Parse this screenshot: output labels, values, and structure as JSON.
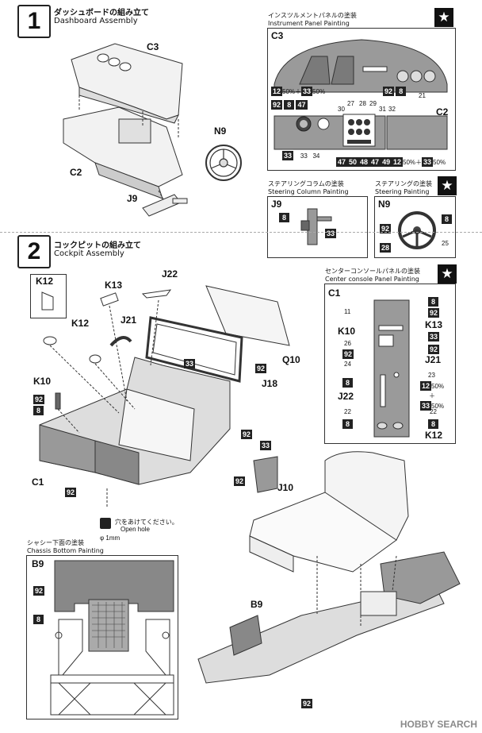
{
  "steps": [
    {
      "num": "1",
      "title_jp": "ダッシュボードの組み立て",
      "title_en": "Dashboard Assembly"
    },
    {
      "num": "2",
      "title_jp": "コックピットの組み立て",
      "title_en": "Cockpit Assembly"
    }
  ],
  "instrument_panel": {
    "title_jp": "インスツルメントパネルの塗装",
    "title_en": "Instrument Panel Painting",
    "part_top": "C3",
    "part_bottom": "C2",
    "mix_top": "50%＋",
    "mix_top_b": "50%",
    "mix_bottom": "50%＋",
    "mix_bottom_b": "50%",
    "numbers": [
      "92",
      "8",
      "21",
      "27",
      "28",
      "29",
      "30",
      "31",
      "32",
      "33",
      "33",
      "34",
      "47",
      "50",
      "48",
      "47",
      "49",
      "12",
      "33",
      "92",
      "8",
      "47"
    ]
  },
  "steering_column": {
    "title_jp": "ステアリングコラムの塗装",
    "title_en": "Steering Column Painting",
    "part": "J9",
    "c1": "8",
    "c2": "33"
  },
  "steering_ring": {
    "title_jp": "ステアリングの塗装",
    "title_en": "Steering Painting",
    "part": "N9",
    "c1": "8",
    "c2": "92",
    "c3": "28",
    "c4": "25"
  },
  "center_console": {
    "title_jp": "センターコンソールパネルの塗装",
    "title_en": "Center console Panel Painting",
    "part": "C1",
    "labels": {
      "k10": "K10",
      "k13": "K13",
      "j21": "J21",
      "j22": "J22",
      "k12": "K12"
    },
    "nums": {
      "n11": "11",
      "n26": "26",
      "n24": "24",
      "n23": "23",
      "n22a": "22",
      "n22b": "22"
    },
    "mix_a": "50%",
    "mix_plus": "＋",
    "mix_b": "50%",
    "colors": {
      "c8a": "8",
      "c92a": "92",
      "c33a": "33",
      "c92b": "92",
      "c92c": "92",
      "c8b": "8",
      "c12": "12",
      "c33b": "33",
      "c8c": "8",
      "c8d": "8"
    }
  },
  "dashboard_parts": {
    "c3": "C3",
    "n9": "N9",
    "c2": "C2",
    "j9": "J9"
  },
  "cockpit_parts": {
    "k12_box": "K12",
    "k13": "K13",
    "j22": "J22",
    "k12": "K12",
    "j21": "J21",
    "q10": "Q10",
    "j18": "J18",
    "k10": "K10",
    "c1": "C1",
    "j10": "J10",
    "b9": "B9",
    "b9_main": "B9",
    "c33a": "33",
    "c92a": "92",
    "c92b": "92",
    "c92c": "92",
    "c8a": "8",
    "c33b": "33",
    "c92d": "92",
    "c92e": "92"
  },
  "open_hole": {
    "jp": "穴をあけてください。",
    "en": "Open hole",
    "size": "φ 1mm"
  },
  "chassis_bottom": {
    "title_jp": "シャシー下面の塗装",
    "title_en": "Chassis Bottom Painting",
    "part": "B9",
    "c92": "92",
    "c8": "8",
    "c92b": "92"
  },
  "watermark": "HOBBY SEARCH"
}
